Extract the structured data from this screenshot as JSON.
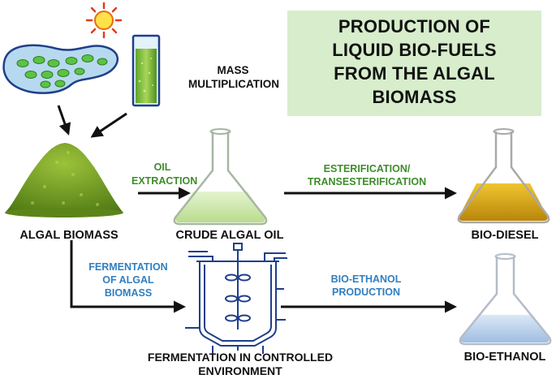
{
  "title": [
    "PRODUCTION OF",
    "LIQUID BIO-FUELS",
    "FROM THE ALGAL",
    "BIOMASS"
  ],
  "steps": {
    "mass_multiplication": [
      "MASS",
      "MULTIPLICATION"
    ],
    "oil_extraction": [
      "OIL",
      "EXTRACTION"
    ],
    "esterification": [
      "ESTERIFICATION/",
      "TRANSESTERIFICATION"
    ],
    "fermentation_of_biomass": [
      "FERMENTATION",
      "OF ALGAL",
      "BIOMASS"
    ],
    "bioethanol_production": [
      "BIO-ETHANOL",
      "PRODUCTION"
    ]
  },
  "products": {
    "algal_biomass": "ALGAL BIOMASS",
    "crude_algal_oil": "CRUDE ALGAL OIL",
    "bio_diesel": "BIO-DIESEL",
    "fermentation_env": [
      "FERMENTATION IN CONTROLLED",
      "ENVIRONMENT"
    ],
    "bio_ethanol": "BIO-ETHANOL"
  },
  "colors": {
    "title_bg": "#d7edcb",
    "step_green": "#3e8c2a",
    "step_blue": "#2f7fc0",
    "arrow": "#111111",
    "algae": "#7aa82a",
    "oil": "#d9a50e",
    "ethanol": "#b9d3ee"
  },
  "icons": [
    "sun-icon",
    "algae-cells-icon",
    "photobioreactor-icon",
    "algal-biomass-powder-icon",
    "flask-crude-oil-icon",
    "flask-bio-diesel-icon",
    "fermenter-icon",
    "flask-bio-ethanol-icon"
  ]
}
